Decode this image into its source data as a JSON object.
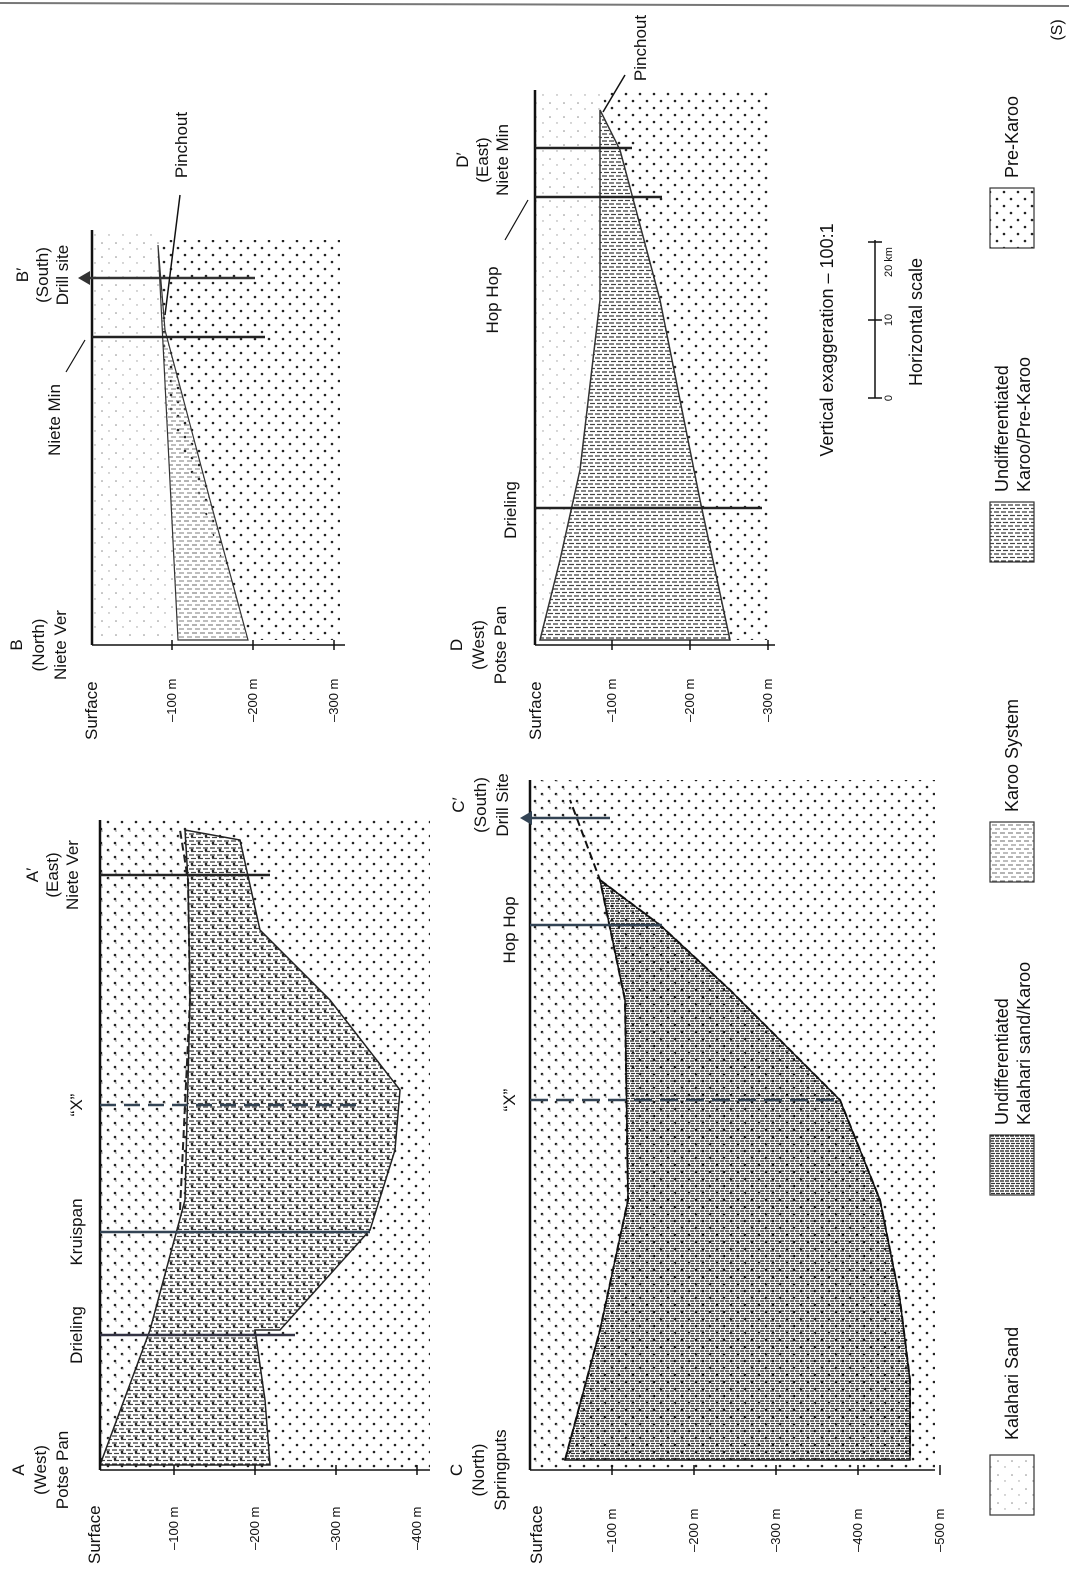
{
  "page_mark": "(S)",
  "sections": {
    "ab": {
      "start_letter": "A",
      "start_dir": "(West)",
      "start_site": "Potse Pan",
      "end_letter": "A′",
      "end_dir": "(East)",
      "end_site": "Niete Ver",
      "sites": [
        "Drieling",
        "Kruispan",
        "“X”"
      ],
      "depths": [
        "Surface",
        "–100 m",
        "–200 m",
        "–300 m",
        "–400 m"
      ]
    },
    "bb": {
      "start_letter": "B",
      "start_dir": "(North)",
      "start_site": "Niete Ver",
      "end_letter": "B′",
      "end_dir": "(South)",
      "end_site": "Drill site",
      "sites": [
        "Niete Min"
      ],
      "annotation": "Pinchout",
      "depths": [
        "Surface",
        "–100 m",
        "–200 m",
        "–300 m"
      ]
    },
    "cc": {
      "start_letter": "C",
      "start_dir": "(North)",
      "start_site": "Springputs",
      "end_letter": "C′",
      "end_dir": "(South)",
      "end_site": "Drill Site",
      "sites": [
        "“X”",
        "Hop Hop"
      ],
      "depths": [
        "Surface",
        "–100 m",
        "–200 m",
        "–300 m",
        "–400 m",
        "–500 m"
      ]
    },
    "dd": {
      "start_letter": "D",
      "start_dir": "(West)",
      "start_site": "Potse Pan",
      "end_letter": "D′",
      "end_dir": "(East)",
      "end_site": "Niete Min",
      "sites": [
        "Drieling",
        "Hop Hop"
      ],
      "annotation": "Pinchout",
      "depths": [
        "Surface",
        "–100 m",
        "–200 m",
        "–300 m"
      ]
    }
  },
  "scale": {
    "vertical_exaggeration": "Vertical exaggeration – 100:1",
    "ticks": [
      "0",
      "10",
      "20 km"
    ],
    "title": "Horizontal scale"
  },
  "legend": [
    {
      "line1": "Kalahari Sand",
      "line2": ""
    },
    {
      "line1": "Undifferentiated",
      "line2": "Kalahari sand/Karoo"
    },
    {
      "line1": "Karoo System",
      "line2": ""
    },
    {
      "line1": "Undifferentiated",
      "line2": "Karoo/Pre-Karoo"
    },
    {
      "line1": "Pre-Karoo",
      "line2": ""
    }
  ]
}
